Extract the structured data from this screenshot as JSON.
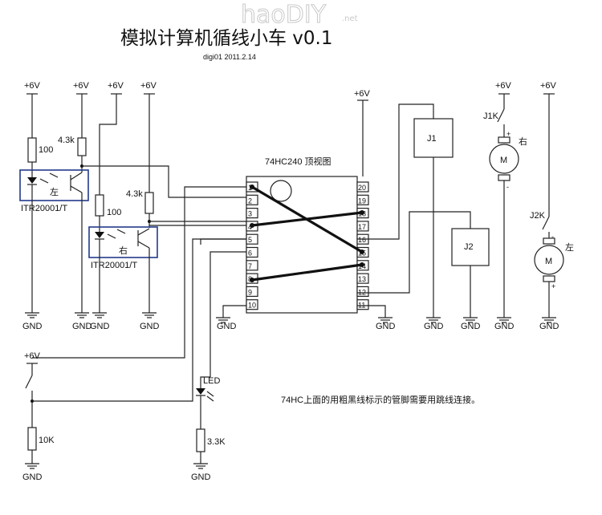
{
  "title": "模拟计算机循线小车 v0.1",
  "author": "digi01 2011.2.14",
  "watermark": "haoDIY",
  "watermark_suffix": ".net",
  "supply_label": "+6V",
  "gnd_label": "GND",
  "resistors": {
    "r1": "100",
    "r2": "4.3k",
    "r3": "100",
    "r4": "4.3k",
    "r5": "10K",
    "r6": "3.3K"
  },
  "sensors": {
    "left": {
      "side": "左",
      "part": "ITR20001/T"
    },
    "right": {
      "side": "右",
      "part": "ITR20001/T"
    }
  },
  "ic": {
    "title": "74HC240 顶视图",
    "left_pins": [
      "1",
      "2",
      "3",
      "4",
      "5",
      "6",
      "7",
      "8",
      "9",
      "10"
    ],
    "right_pins": [
      "20",
      "19",
      "18",
      "17",
      "16",
      "15",
      "14",
      "13",
      "12",
      "11"
    ]
  },
  "relays": {
    "j1": "J1",
    "j2": "J2"
  },
  "motors": {
    "j1k": {
      "switch": "J1K",
      "side": "右",
      "symbol": "M",
      "plus": "+",
      "minus": "-"
    },
    "j2k": {
      "switch": "J2K",
      "side": "左",
      "symbol": "M",
      "plus": "+",
      "minus": "-"
    }
  },
  "led_label": "LED",
  "note": "74HC上面的用粗黑线标示的管脚需要用跳线连接。"
}
